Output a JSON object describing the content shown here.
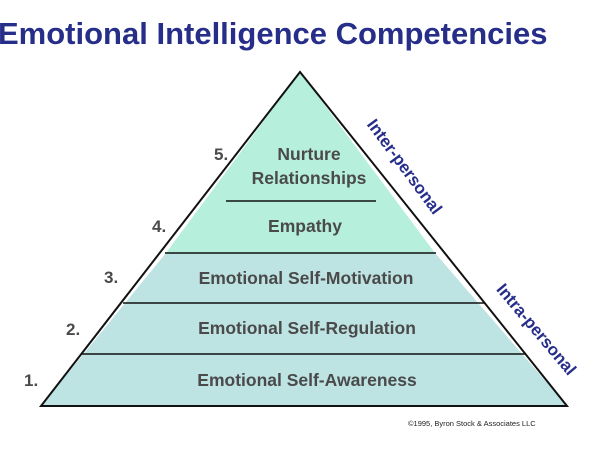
{
  "title": "Emotional Intelligence Competencies",
  "levels": [
    {
      "number": "1.",
      "label": "Emotional Self-Awareness"
    },
    {
      "number": "2.",
      "label": "Emotional Self-Regulation"
    },
    {
      "number": "3.",
      "label": "Emotional Self-Motivation"
    },
    {
      "number": "4.",
      "label": "Empathy"
    },
    {
      "number": "5.",
      "label_line1": "Nurture",
      "label_line2": "Relationships"
    }
  ],
  "side_labels": {
    "upper": "Inter-personal",
    "lower": "Intra-personal"
  },
  "copyright": "©1995, Byron Stock & Associates LLC",
  "colors": {
    "title": "#262e8a",
    "upper_fill": "#b6f0dd",
    "lower_fill": "#bde3e3",
    "outline": "#111111",
    "level_text": "#4a4a4a",
    "side_text": "#262e8a"
  }
}
